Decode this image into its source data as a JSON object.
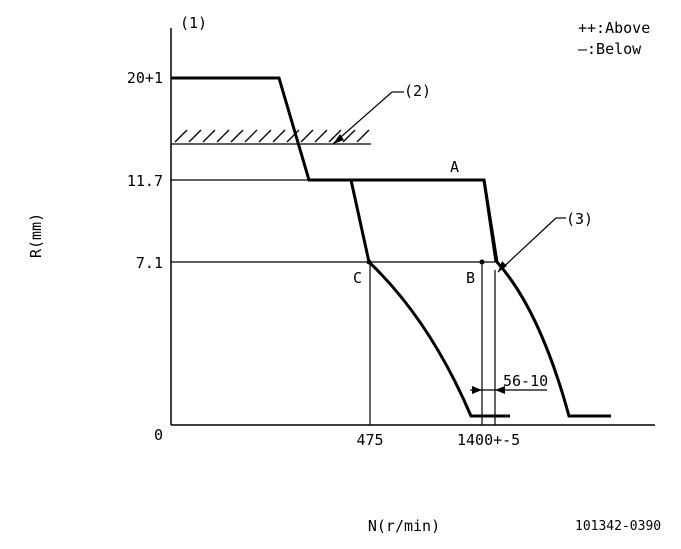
{
  "labels": {
    "tag1": "(1)",
    "tag2": "(2)",
    "tag3": "(3)",
    "legend_above": "++:Above",
    "legend_below": "—:Below",
    "y_axis": "R(mm)",
    "x_axis": "N(r/min)",
    "code": "101342-0390",
    "y_ticks": [
      "20+1",
      "11.7",
      "7.1",
      "0"
    ],
    "x_ticks": [
      "475",
      "1400+-5"
    ],
    "point_a": "A",
    "point_b": "B",
    "point_c": "C",
    "dim": "56-10"
  }
}
